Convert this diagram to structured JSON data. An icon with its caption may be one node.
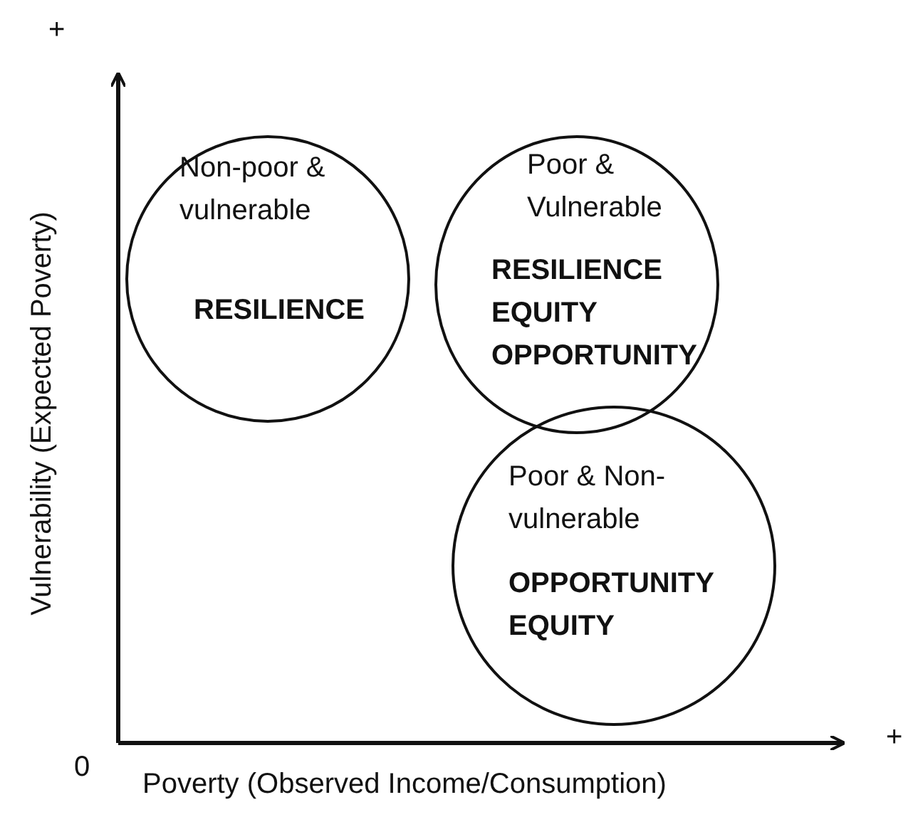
{
  "diagram": {
    "nodes": [
      {
        "text": [
          "Non-poor & vulnerable",
          "RESILIENCE"
        ]
      },
      {
        "text": [
          "Poor & Vulnerable",
          "RESILIENCE EQUITY OPPORTUNITY"
        ]
      },
      {
        "text": [
          "Poor & Non-vulnerable",
          "OPPORTUNITY EQUITY"
        ]
      }
    ],
    "edges": [],
    "labels": [
      "+",
      "Vulnerability (Expected Poverty)",
      "0",
      "+",
      "Poverty (Observed Income/Consumption)"
    ]
  }
}
